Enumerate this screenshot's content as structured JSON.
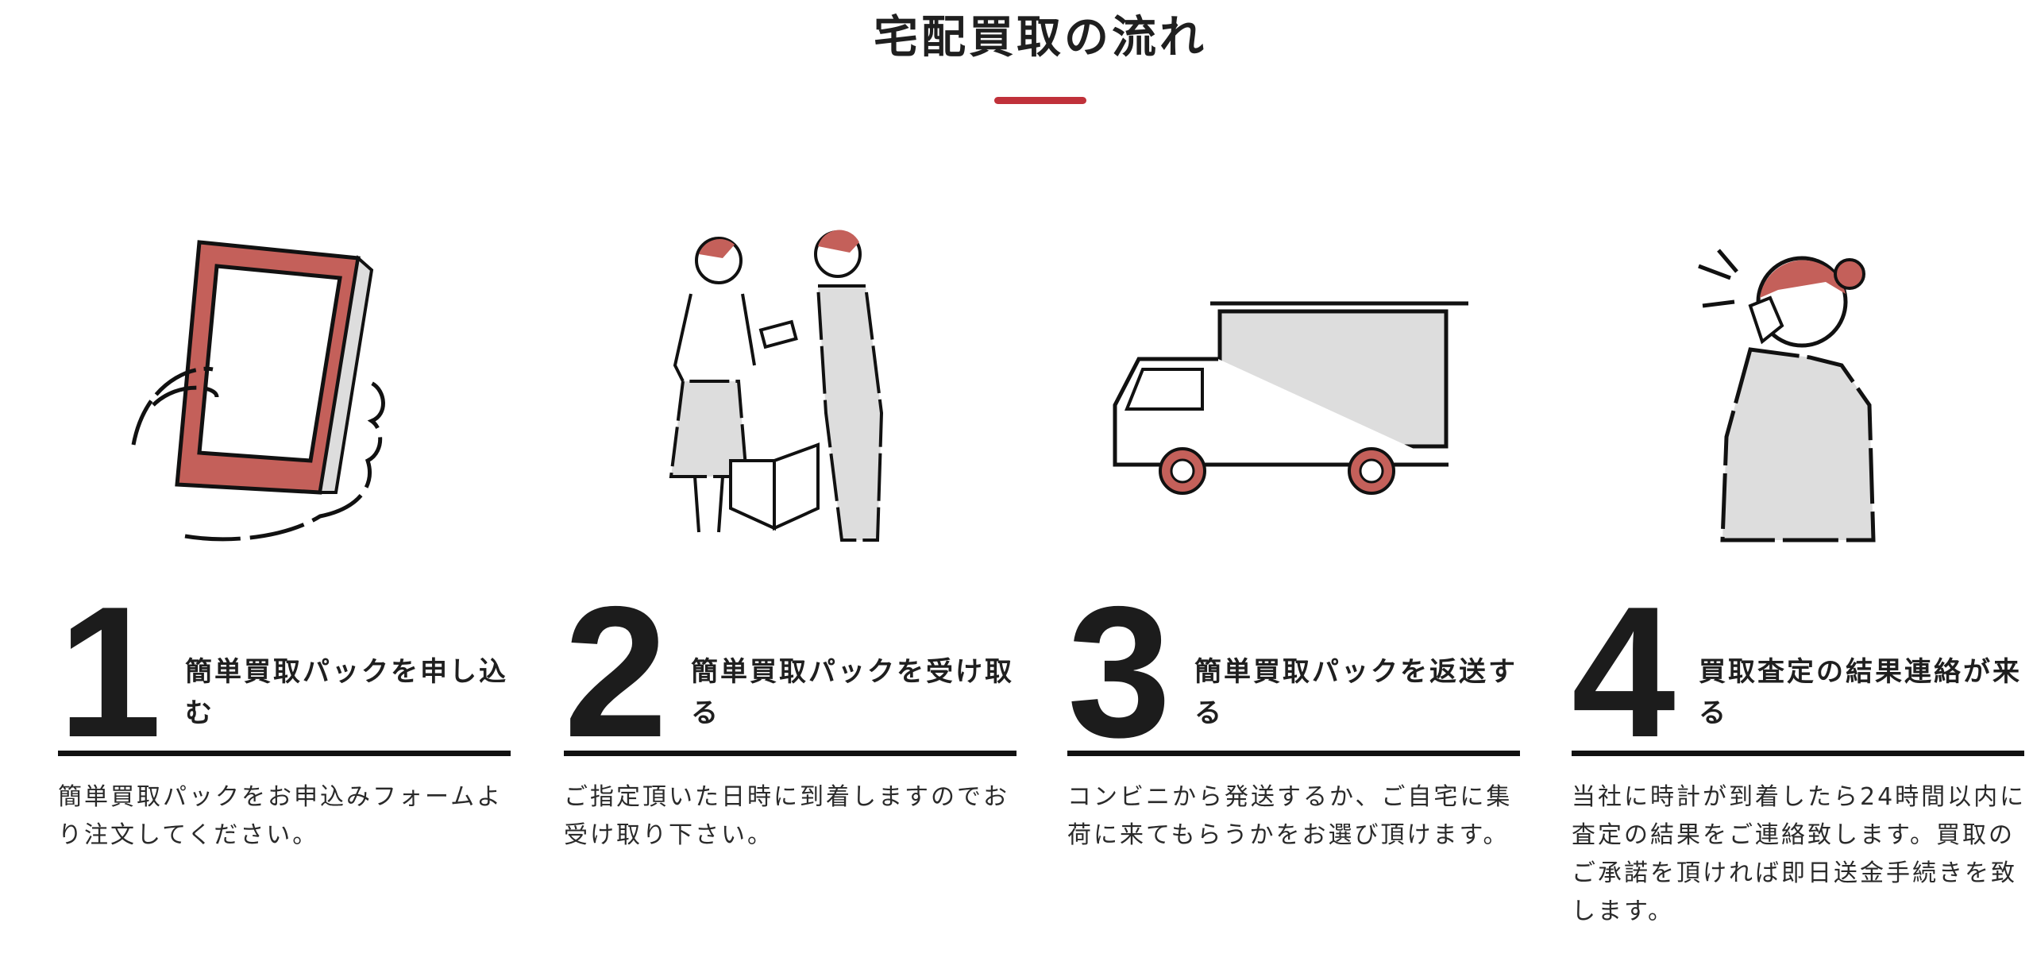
{
  "page": {
    "title": "宅配買取の流れ",
    "accent_color": "#c0313a"
  },
  "steps": [
    {
      "number": "1",
      "heading": "簡単買取パックを申し込む",
      "description": "簡単買取パックをお申込みフォームより注文してください。",
      "icon": "smartphone-in-hand-illustration"
    },
    {
      "number": "2",
      "heading": "簡単買取パックを受け取る",
      "description": "ご指定頂いた日時に到着しますのでお受け取り下さい。",
      "icon": "delivery-handover-illustration"
    },
    {
      "number": "3",
      "heading": "簡単買取パックを返送する",
      "description": "コンビニから発送するか、ご自宅に集荷に来てもらうかをお選び頂けます。",
      "icon": "delivery-truck-illustration"
    },
    {
      "number": "4",
      "heading": "買取査定の結果連絡が来る",
      "description": "当社に時計が到着したら24時間以内に査定の結果をご連絡致します。買取のご承諾を頂ければ即日送金手続きを致します。",
      "icon": "woman-on-phone-illustration"
    }
  ]
}
